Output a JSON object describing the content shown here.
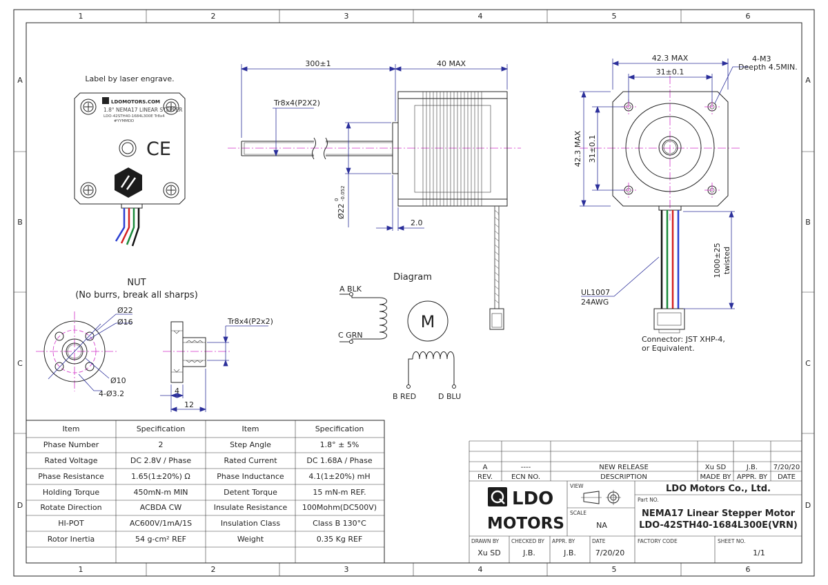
{
  "grid": {
    "columns": [
      "1",
      "2",
      "3",
      "4",
      "5",
      "6"
    ],
    "rows": [
      "A",
      "B",
      "C",
      "D"
    ]
  },
  "front_view": {
    "label_note": "Label by laser engrave.",
    "brand_small": "LDOMOTORS.COM",
    "label_line1": "1.8° NEMA17 LINEAR STEPPER",
    "label_line2": "LDO-42STH40-1684L300E Tr8x4",
    "label_line3": "#YYMMDD",
    "ce_mark": "CE"
  },
  "side_view": {
    "dim_length": "300±1",
    "dim_body": "40 MAX",
    "thread": "Tr8x4(P2X2)",
    "dia_pilot": "Ø22",
    "dia_pilot_tol_top": "0",
    "dia_pilot_tol_bottom": "-0.052",
    "pilot_height": "2.0"
  },
  "end_view": {
    "width_max": "42.3 MAX",
    "hole_spacing": "31±0.1",
    "height_max": "42.3 MAX",
    "hole_spacing_v": "31±0.1",
    "holes": "4-M3",
    "hole_depth": "Deepth 4.5MIN.",
    "wire_length": "1000±25",
    "wire_twist": "twisted",
    "wire_type": "UL1007",
    "wire_gauge": "24AWG",
    "connector_line1": "Connector: JST XHP-4,",
    "connector_line2": "or Equivalent."
  },
  "nut": {
    "title": "NUT",
    "subtitle": "(No burrs, break all sharps)",
    "dia_outer": "Ø22",
    "dia_pcd": "Ø16",
    "dia_boss": "Ø10",
    "holes": "4-Ø3.2",
    "thread": "Tr8x4(P2x2)",
    "len_flange": "4",
    "len_total": "12"
  },
  "diagram": {
    "title": "Diagram",
    "motor_symbol": "M",
    "a": "A BLK",
    "c": "C GRN",
    "b": "B RED",
    "d": "D BLU"
  },
  "spec_table": {
    "headers": [
      "Item",
      "Specification",
      "Item",
      "Specification"
    ],
    "rows": [
      [
        "Phase Number",
        "2",
        "Step Angle",
        "1.8° ± 5%"
      ],
      [
        "Rated Voltage",
        "DC 2.8V / Phase",
        "Rated Current",
        "DC 1.68A / Phase"
      ],
      [
        "Phase Resistance",
        "1.65(1±20%) Ω",
        "Phase Inductance",
        "4.1(1±20%) mH"
      ],
      [
        "Holding Torque",
        "450mN-m MIN",
        "Detent Torque",
        "15 mN-m REF."
      ],
      [
        "Rotate Direction",
        "ACBDA CW",
        "Insulate Resistance",
        "100Mohm(DC500V)"
      ],
      [
        "HI-POT",
        "AC600V/1mA/1S",
        "Insulation Class",
        "Class B 130°C"
      ],
      [
        "Rotor Inertia",
        "54 g-cm² REF",
        "Weight",
        "0.35 Kg REF"
      ]
    ]
  },
  "revision": {
    "rev": "A",
    "ecn": "----",
    "description": "NEW RELEASE",
    "made_by": "Xu SD",
    "appr_by": "J.B.",
    "date": "7/20/20",
    "h_rev": "REV.",
    "h_ecn": "ECN NO.",
    "h_desc": "DESCRIPTION",
    "h_made": "MADE BY",
    "h_appr": "APPR. BY",
    "h_date": "DATE"
  },
  "title_block": {
    "logo_top": "LDO",
    "logo_bottom": "MOTORS",
    "view_label": "VIEW",
    "scale_label": "SCALE",
    "scale": "NA",
    "company": "LDO Motors Co., Ltd.",
    "part_label": "Part NO.",
    "part_line1": "NEMA17 Linear Stepper Motor",
    "part_line2": "LDO-42STH40-1684L300E(VRN)",
    "drawn_label": "DRAWN BY",
    "drawn": "Xu SD",
    "checked_label": "CHECKED BY",
    "checked": "J.B.",
    "appr_label": "APPR. BY",
    "appr": "J.B.",
    "date_label": "DATE",
    "date": "7/20/20",
    "factory_label": "FACTORY CODE",
    "sheet_label": "SHEET NO.",
    "sheet": "1/1"
  },
  "colors": {
    "line": "#222222",
    "dimension": "#2b2f9a",
    "centerline": "#d12fc8",
    "wire_black": "#111111",
    "wire_green": "#1a8a3a",
    "wire_red": "#d42020",
    "wire_blue": "#2b3fd1"
  }
}
